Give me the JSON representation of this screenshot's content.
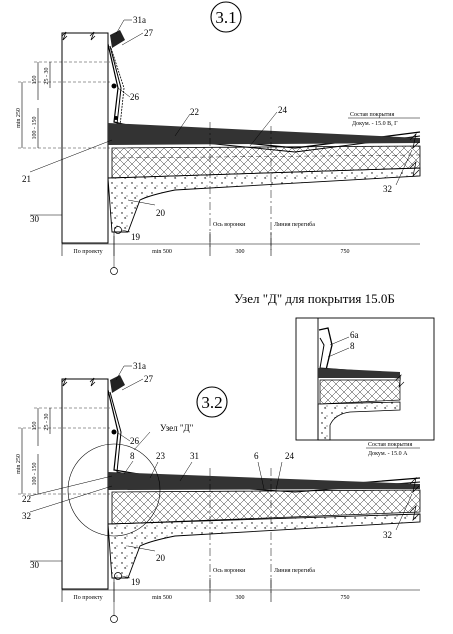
{
  "drawing_top": {
    "badge": "3.1",
    "dims_left": [
      "min 250",
      "150",
      "25 - 30",
      "100 - 150"
    ],
    "labels": [
      "31а",
      "27",
      "26",
      "22",
      "24",
      "21",
      "20",
      "19",
      "30",
      "32"
    ],
    "note_line1": "Состав покрытия",
    "note_line2": "Докум. - 15.0 В, Г",
    "bottom_dims": [
      "По проекту",
      "min 500",
      "300",
      "750"
    ],
    "axis_labels": [
      "Ось воронки",
      "Линия перегиба"
    ]
  },
  "detail_title": "Узел \"Д\" для покрытия 15.0Б",
  "detail_labels": [
    "6а",
    "8"
  ],
  "drawing_bottom": {
    "badge": "3.2",
    "node_label": "Узел \"Д\"",
    "dims_left": [
      "min 250",
      "150",
      "25 - 30",
      "100 - 150"
    ],
    "labels": [
      "31а",
      "27",
      "26",
      "8",
      "23",
      "31",
      "6",
      "24",
      "22",
      "32",
      "20",
      "19",
      "30",
      "32"
    ],
    "note_line1": "Состав покрытия",
    "note_line2": "Докум. - 15.0 А",
    "bottom_dims": [
      "По проекту",
      "min 500",
      "300",
      "750"
    ],
    "axis_labels": [
      "Ось воронки",
      "Линия перегиба"
    ]
  }
}
